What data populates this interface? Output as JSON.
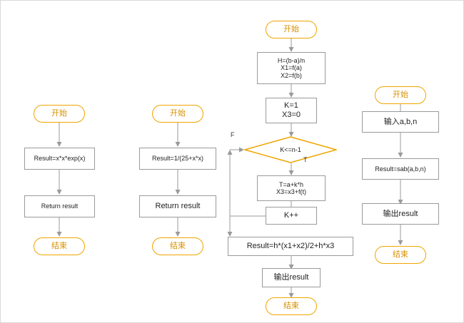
{
  "diagram": {
    "title": "flowchart-collection",
    "colors": {
      "terminal_border": "#f0a500",
      "terminal_text": "#d99100",
      "process_border": "#9a9a9a",
      "decision_border": "#f0a500",
      "connector": "#9a9a9a",
      "canvas_border": "#d9d9d9"
    },
    "flow1": {
      "start": "开始",
      "step1": "Result=x*x*exp(x)",
      "step2": "Return result",
      "end": "结束"
    },
    "flow2": {
      "start": "开始",
      "step1": "Result=1/(25+x*x)",
      "step2": "Return result",
      "end": "结束"
    },
    "flow3": {
      "start": "开始",
      "init": "H=(b-a)/n\nX1=f(a)\nX2=f(b)",
      "counter": "K=1\nX3=0",
      "decision": "K<=n-1",
      "label_false": "F",
      "label_true": "T",
      "body": "T=a+k*h\nX3=x3+f(t)",
      "increment": "K++",
      "result": "Result=h*(x1+x2)/2+h*x3",
      "output": "输出result",
      "end": "结束"
    },
    "flow4": {
      "start": "开始",
      "input": "输入a,b,n",
      "step": "Result=sab(a,b,n)",
      "output": "输出result",
      "end": "结束"
    }
  }
}
